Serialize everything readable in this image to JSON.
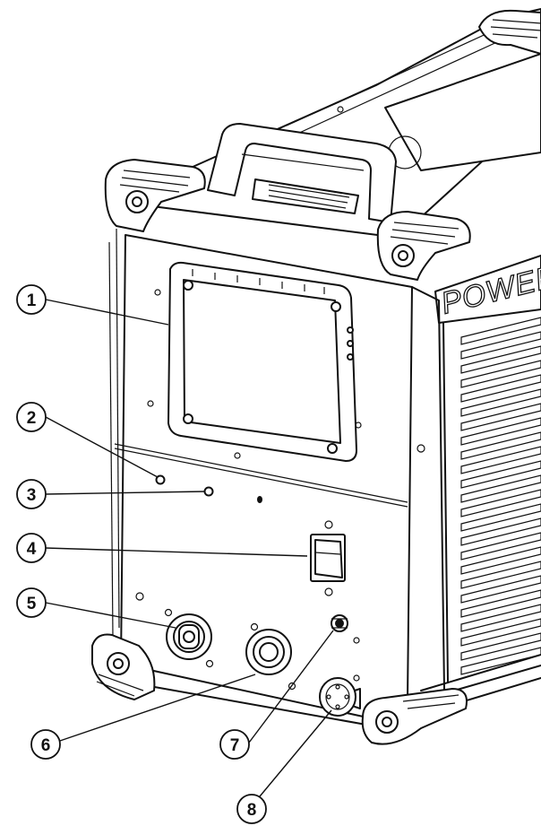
{
  "diagram": {
    "brand_text": "POWER W",
    "callouts": [
      {
        "id": "callout-1",
        "label": "1"
      },
      {
        "id": "callout-2",
        "label": "2"
      },
      {
        "id": "callout-3",
        "label": "3"
      },
      {
        "id": "callout-4",
        "label": "4"
      },
      {
        "id": "callout-5",
        "label": "5"
      },
      {
        "id": "callout-6",
        "label": "6"
      },
      {
        "id": "callout-7",
        "label": "7"
      },
      {
        "id": "callout-8",
        "label": "8"
      }
    ]
  }
}
